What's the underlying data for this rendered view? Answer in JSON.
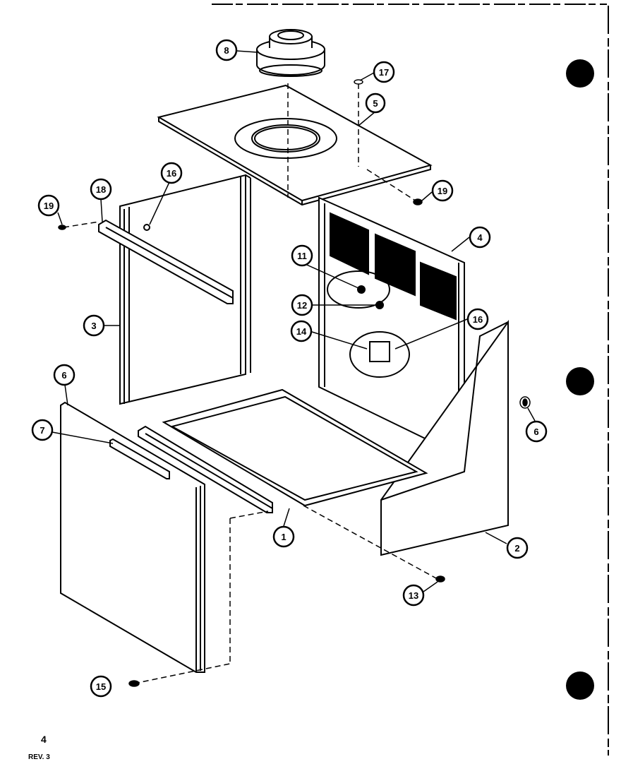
{
  "page": {
    "number": "4",
    "revision": "REV. 3"
  },
  "colors": {
    "ink": "#000000",
    "paper": "#ffffff"
  },
  "callouts": [
    {
      "id": "c8-flue",
      "label": "8"
    },
    {
      "id": "c17",
      "label": "17"
    },
    {
      "id": "c5",
      "label": "5"
    },
    {
      "id": "c19-right",
      "label": "19"
    },
    {
      "id": "c16-left",
      "label": "16"
    },
    {
      "id": "c18",
      "label": "18"
    },
    {
      "id": "c19-left",
      "label": "19"
    },
    {
      "id": "c4",
      "label": "4"
    },
    {
      "id": "c11",
      "label": "11"
    },
    {
      "id": "c12",
      "label": "12"
    },
    {
      "id": "c3",
      "label": "3"
    },
    {
      "id": "c14",
      "label": "14"
    },
    {
      "id": "c16-right",
      "label": "16"
    },
    {
      "id": "c6-left",
      "label": "6"
    },
    {
      "id": "c7",
      "label": "7"
    },
    {
      "id": "c6-right",
      "label": "6"
    },
    {
      "id": "c1",
      "label": "1"
    },
    {
      "id": "c2",
      "label": "2"
    },
    {
      "id": "c13",
      "label": "13"
    },
    {
      "id": "c15",
      "label": "15"
    }
  ]
}
